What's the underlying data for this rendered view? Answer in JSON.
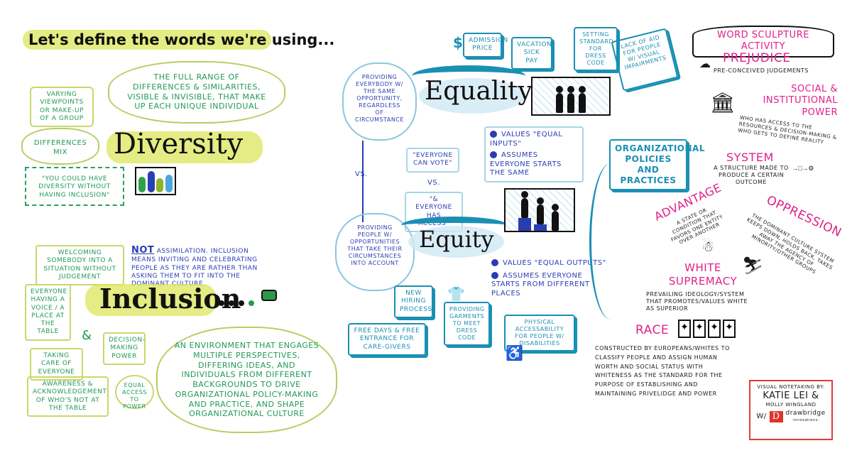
{
  "header": {
    "title": "Let's define the words we're using..."
  },
  "diversity": {
    "title": "Diversity",
    "definition": "The full range of differences & similarities, visible & invisible, that make up each unique individual",
    "notes": [
      "Varying viewpoints or make-up of a group",
      "Differences mix",
      "\"You could have diversity without having inclusion\""
    ]
  },
  "inclusion": {
    "title": "Inclusion",
    "not_label": "NOT",
    "not_text": "assimilation. Inclusion means inviting and celebrating people as they are rather than asking them to fit into the dominant culture.",
    "definition": "An environment that engages multiple perspectives, differing ideas, and individuals from different backgrounds to drive organizational policy-making and practice, and shape organizational culture",
    "notes": [
      "Welcoming somebody into a situation without judgement",
      "Everyone having a voice / a place at the table",
      "&",
      "Decision-making power",
      "Taking care of everyone",
      "Equal access to power",
      "Awareness & acknowledgement of who's not at the table"
    ]
  },
  "equality": {
    "title": "Equality",
    "cloud": "Providing everybody w/ the same opportunity, regardless of circumstance",
    "bullets": [
      "Values \"equal inputs\"",
      "Assumes everyone starts the same"
    ],
    "examples": [
      "Admission price",
      "Vacation/ sick pay",
      "Setting standard for dress code",
      "Lack of aid for people w/ visual impairments"
    ],
    "icons": {
      "dollar": "$"
    }
  },
  "comparison": {
    "vs_left": "vs.",
    "quote_1": "\"Everyone can vote\"",
    "vs_mid": "vs.",
    "quote_2": "\"& Everyone has access\""
  },
  "equity": {
    "title": "Equity",
    "cloud": "Providing people w/ opportunities that take their circumstances into account",
    "bullets": [
      "Values \"equal outputs\"",
      "Assumes everyone starts from different places"
    ],
    "examples": [
      "New hiring process",
      "Free days & free entrance for care-givers",
      "Providing garments to meet dress code",
      "Physical accessability for people w/ disabilities"
    ]
  },
  "org": {
    "label": "Organizational policies and practices"
  },
  "word_sculpture": {
    "banner": "Word Sculpture Activity",
    "terms": [
      {
        "term": "Prejudice",
        "def": "Pre-conceived judgements"
      },
      {
        "term": "Social & Institutional Power",
        "def": "Who has access to the resources & decision-making & who gets to define reality"
      },
      {
        "term": "System",
        "def": "A structure made to produce a certain outcome"
      },
      {
        "term": "Advantage",
        "def": "A state or condition that favors one entity over another"
      },
      {
        "term": "Oppression",
        "def": "The dominant culture system keeps down, holds back, takes away the agency of minority/other groups"
      },
      {
        "term": "White Supremacy",
        "def": "Prevailing ideology/system that promotes/values white as superior"
      },
      {
        "term": "Race",
        "def": "Constructed by Europeans/whites to classify people and assign human worth and social status with whiteness as the standard for the purpose of establishing and maintaining privelidge and power"
      }
    ]
  },
  "credit": {
    "line1": "Visual notetaking by:",
    "name": "Katie Lei",
    "amp": "&",
    "name2": "Molly Wingland",
    "with": "w/",
    "logo_letter": "D",
    "logo_text": "drawbridge",
    "logo_sub": "-innovations-"
  },
  "colors": {
    "green": "#1f9a55",
    "lime": "#dbe65a",
    "blue": "#2a3db0",
    "teal": "#1a8fb3",
    "pink": "#e0218a",
    "red": "#e03a3a"
  }
}
